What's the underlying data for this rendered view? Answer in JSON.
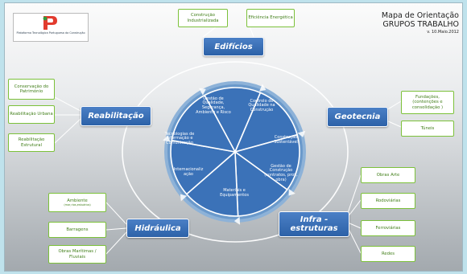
{
  "logo": {
    "text": "Plataforma Tecnológica Portuguesa da Construção"
  },
  "header": {
    "title_line1": "Mapa de  Orientação",
    "title_line2": "GRUPOS TRABALHO",
    "version": "v. 10.Maio.2012"
  },
  "hubs": {
    "edificios": "Edifícios",
    "geotecnia": "Geotecnia",
    "infraestruturas_line1": "Infra  -",
    "infraestruturas_line2": "estruturas",
    "hidraulica": "Hidráulica",
    "reabilitacao": "Reabilitação"
  },
  "groups": {
    "construcao_industrializada": "Construção Industrializada",
    "eficiencia_energetica": "Eficiência Energética",
    "fundacoes": "Fundações, (contenções e consolidação )",
    "tuneis": "Túneis",
    "obras_arte": "Obras Arte",
    "rodoviarias": "Rodoviárias",
    "ferroviarias": "Ferroviárias",
    "redes": "Redes",
    "ambiente": "Ambiente",
    "ambiente_sub": "(mar,rios,estuários)",
    "barragens": "Barragens",
    "obras_maritimas": "Obras Marítimas / Fluviais",
    "conservacao": "Conservação do Património",
    "reab_urbana": "Reabilitação Urbana",
    "reab_estrutural": "Reabilitação Estrutural"
  },
  "segments": {
    "controlo": "Controlo de Qualidade na Construção",
    "sustentavel": "Construção Sustentável",
    "gestao_construcao": "Gestão de Construção (contratos, proj., obra)",
    "materiais": "Materiais e Equipamentos",
    "internacionalizacao": "Internacionaliz ação",
    "tecnologias": "Tecnologias de Informação e Comunicação",
    "gestao_qualidade": "Gestão de Qualidade, Segurança, Ambiente e Risco"
  },
  "colors": {
    "hub": "#3a6fb5",
    "wheel": "#3b72b8",
    "ring": "#7aa6d1",
    "group_border": "#7cc13a",
    "group_text": "#3f7d16",
    "connector": "#ffffff"
  }
}
